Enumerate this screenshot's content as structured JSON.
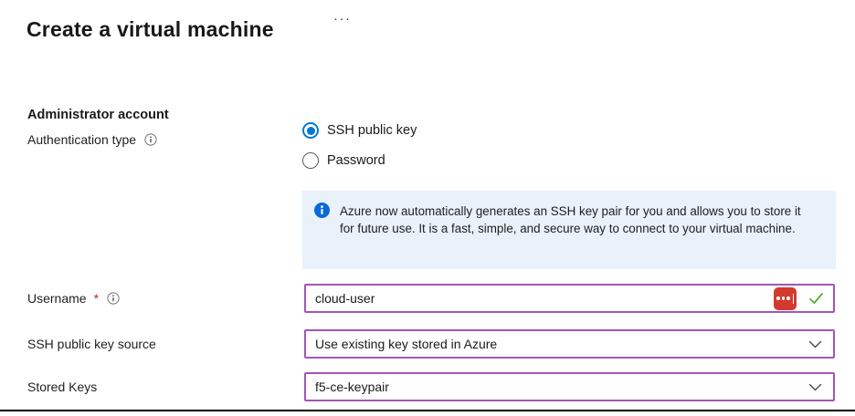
{
  "page": {
    "title": "Create a virtual machine",
    "more_label": "···"
  },
  "admin_section": {
    "heading": "Administrator account"
  },
  "auth": {
    "label": "Authentication type",
    "options": [
      {
        "label": "SSH public key",
        "selected": true
      },
      {
        "label": "Password",
        "selected": false
      }
    ]
  },
  "info_box": {
    "text": "Azure now automatically generates an SSH key pair for you and allows you to store it for future use. It is a fast, simple, and secure way to connect to your virtual machine."
  },
  "username": {
    "label": "Username",
    "required_marker": "*",
    "value": "cloud-user"
  },
  "ssh_key_source": {
    "label": "SSH public key source",
    "value": "Use existing key stored in Azure"
  },
  "stored_keys": {
    "label": "Stored Keys",
    "value": "f5-ce-keypair"
  },
  "icons": {
    "more": "more-menu",
    "info_outline": "info-circle-outline",
    "info_filled": "info-circle-filled",
    "password_manager": "password-manager-extension",
    "valid_check": "valid-check",
    "dropdown_chevron": "chevron-down"
  },
  "colors": {
    "accent_purple": "#a256b4",
    "radio_blue": "#0078d4",
    "info_bg": "#e9f1fb",
    "info_icon_blue": "#0b69da",
    "valid_green": "#5cab2d",
    "required_red": "#b02a29",
    "password_manager_red": "#d33a2f",
    "bottom_border": "#000000"
  }
}
